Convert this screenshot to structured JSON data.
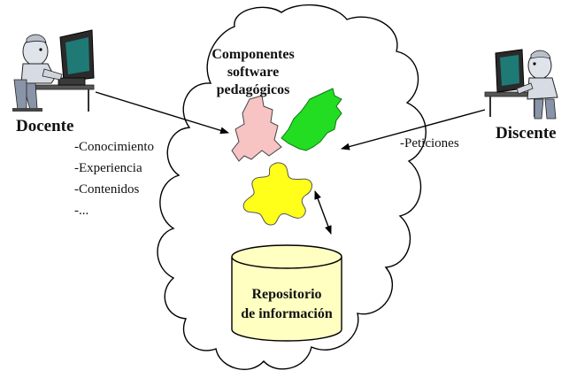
{
  "title_in_cloud": [
    "Componentes",
    "software",
    "pedagógicos"
  ],
  "docente": {
    "label": "Docente",
    "items": [
      "-Conocimiento",
      "-Experiencia",
      "-Contenidos",
      "-..."
    ]
  },
  "discente": {
    "label": "Discente",
    "items": [
      "-Peticiones"
    ]
  },
  "repository": [
    "Repositorio",
    "de información"
  ],
  "colors": {
    "piece_pink": "#f7c3c3",
    "piece_green": "#22dd22",
    "piece_yellow": "#ffff1a",
    "repository_fill": "#ffffc2",
    "screen_teal": "#1f7a75"
  },
  "icons": [
    "teacher-at-computer-icon",
    "student-at-computer-icon"
  ]
}
